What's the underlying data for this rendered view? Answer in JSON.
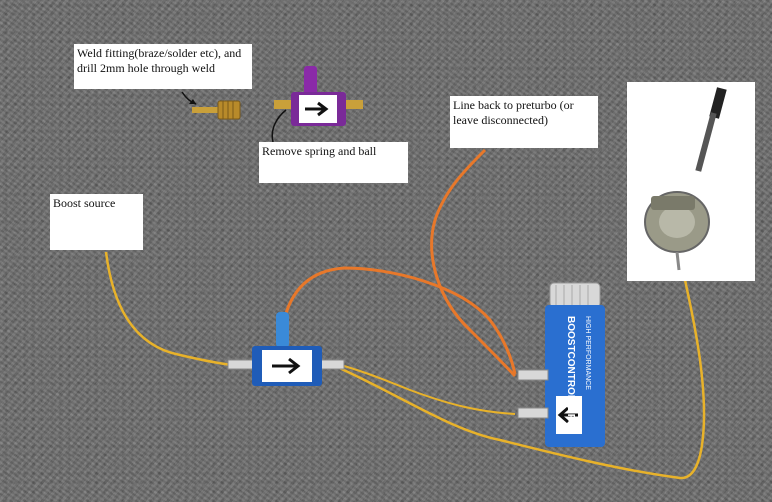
{
  "labels": {
    "weld_fitting": "Weld fitting(braze/solder etc), and drill 2mm hole through weld",
    "remove_spring": "Remove spring and ball",
    "line_back": "Line back to preturbo (or leave disconnected)",
    "boost_source": "Boost source"
  },
  "controller_text": {
    "main": "BOOSTCONTROLLER",
    "sub": "HIGH PERFORMANCE"
  },
  "colors": {
    "surface": "#6f6f6f",
    "yellow_line": "#e8b22a",
    "orange_line": "#e8782a",
    "blue_anodized": "#2a6fd0",
    "purple_anodized": "#8a2aa8",
    "brass": "#c9a03a"
  },
  "arrow_icons": [
    "arrow-right-icon",
    "arrow-right-icon",
    "arrow-left-icon"
  ]
}
